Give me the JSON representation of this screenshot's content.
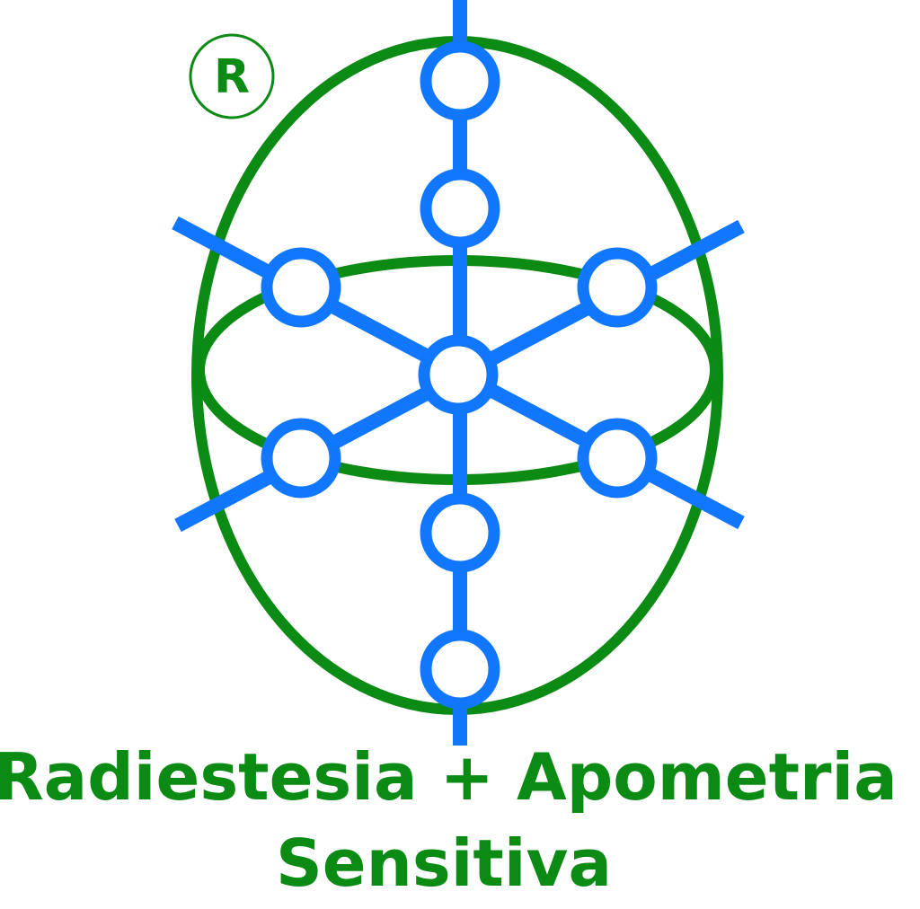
{
  "logo": {
    "registered_mark": "R",
    "title_line1": "Radiestesia + Apometria",
    "title_line2": "Sensitiva"
  },
  "colors": {
    "green": "#0b8a14",
    "blue": "#1177ff",
    "background": "#ffffff"
  }
}
